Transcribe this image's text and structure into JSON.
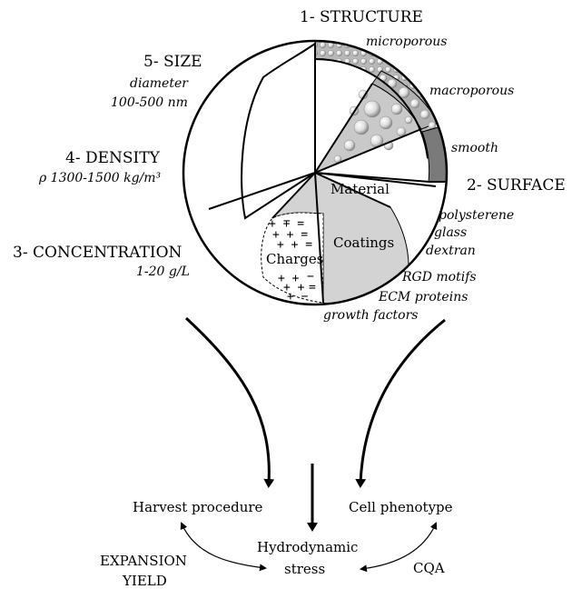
{
  "sphere_labels": {
    "structure": "1- STRUCTURE",
    "surface": "2- SURFACE",
    "concentration": "3- CONCENTRATION",
    "density": "4- DENSITY",
    "size": "5- SIZE"
  },
  "details": {
    "microporous": "microporous",
    "macroporous": "macroporous",
    "smooth": "smooth",
    "polysterene": "polysterene",
    "glass": "glass",
    "dextran": "dextran",
    "rgd": "RGD motifs",
    "ecm": "ECM proteins",
    "growth": "growth factors",
    "concentration_value": "1-20 g/L",
    "density_value": "ρ 1300-1500 kg/m³",
    "size_line1": "diameter",
    "size_line2": "100-500 nm"
  },
  "segments": {
    "material": "Material",
    "coatings": "Coatings",
    "charges": "Charges"
  },
  "outcomes": {
    "harvest": "Harvest procedure",
    "phenotype": "Cell phenotype",
    "hydro_line1": "Hydrodynamic",
    "hydro_line2": "stress",
    "expansion_line1": "EXPANSION",
    "expansion_line2": "YIELD",
    "cqa": "CQA"
  },
  "colors": {
    "light_gray": "#d3d3d3",
    "dark_gray": "#808080",
    "porous_bg": "#bdbdbd"
  }
}
